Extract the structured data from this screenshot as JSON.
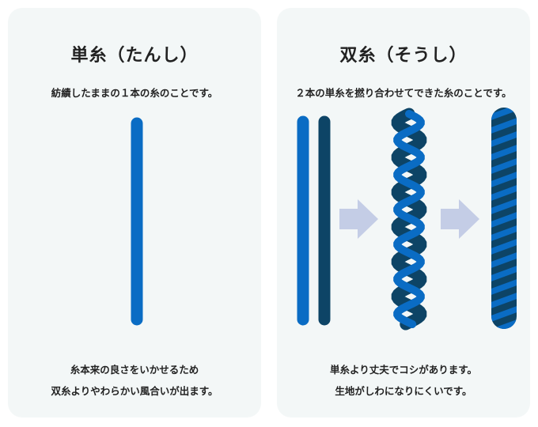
{
  "single": {
    "title": "単糸（たんし）",
    "description": "紡績したままの１本の糸のことです。",
    "notes": [
      "糸本来の良さをいかせるため",
      "双糸よりやわらかい風合いが出ます。"
    ]
  },
  "double": {
    "title": "双糸（そうし）",
    "description": "２本の単糸を撚り合わせてできた糸のことです。",
    "notes": [
      "単糸より丈夫でコシがあります。",
      "生地がしわになりにくいです。"
    ]
  },
  "colors": {
    "panel_background": "#f3f7f7",
    "yarn_blue": "#0a6cc4",
    "yarn_navy": "#0d4466",
    "arrow": "#c4cde6"
  },
  "icons": [
    "arrow-right-icon",
    "arrow-right-icon"
  ]
}
